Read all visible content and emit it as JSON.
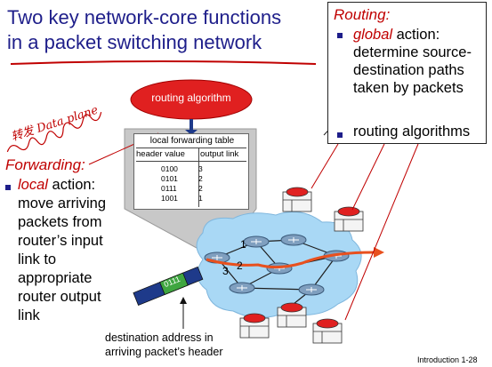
{
  "title": {
    "line1": "Two key network-core functions",
    "line2": "in a packet switching network"
  },
  "handwriting": "转发 Data plane",
  "routing": {
    "heading": "Routing:",
    "bullet1_em": "global",
    "bullet1_text": " action: determine source-destination paths taken by packets",
    "bullet2_text": "routing algorithms"
  },
  "forwarding": {
    "heading": "Forwarding:",
    "bullet_em": "local",
    "bullet_text": " action: move arriving packets from router’s input link to appropriate router output link"
  },
  "routing_algorithm_label": "routing algorithm",
  "forwarding_table": {
    "title": "local forwarding table",
    "header_value_label": "header value",
    "output_link_label": "output link",
    "rows": [
      {
        "header": "0100",
        "link": "3"
      },
      {
        "header": "0101",
        "link": "2"
      },
      {
        "header": "0111",
        "link": "2"
      },
      {
        "header": "1001",
        "link": "1"
      }
    ]
  },
  "packet_header_value": "0111",
  "link_numbers": [
    "1",
    "2",
    "3"
  ],
  "destination_label": {
    "line1": "destination address in",
    "line2": "arriving packet’s header"
  },
  "footer": "Introduction 1-28",
  "colors": {
    "title": "#1e1e8a",
    "accent_red": "#c00000",
    "cloud": "#a9d8f5",
    "router": "#7f9fbf",
    "path": "#e8501e"
  }
}
